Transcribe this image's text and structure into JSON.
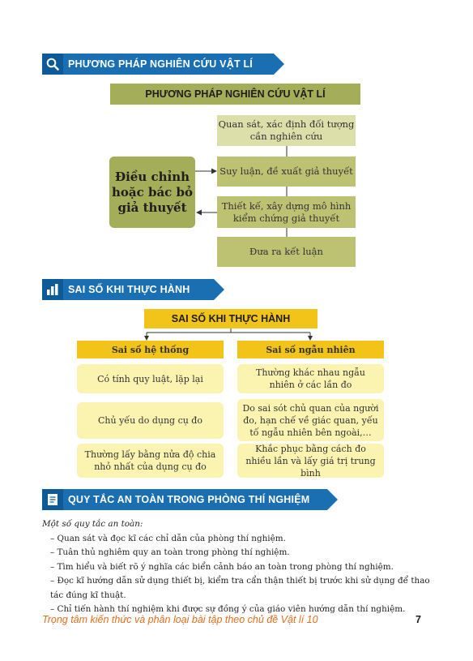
{
  "colors": {
    "banner_blue": "#1a6fb3",
    "olive": "#a4ad57",
    "light_olive": "#dcdfaa",
    "yellow": "#f2c319",
    "light_yellow": "#fbf3b0",
    "footer_orange": "#e36e1e"
  },
  "section1": {
    "banner": "PHƯƠNG PHÁP NGHIÊN CỨU VẬT LÍ",
    "title": "PHƯƠNG PHÁP NGHIÊN CỨU VẬT LÍ",
    "adjust_box": "Điều chỉnh hoặc bác bỏ giả thuyết",
    "steps": [
      "Quan sát, xác định đối tượng cần nghiên cứu",
      "Suy luận, đề xuất giả thuyết",
      "Thiết kế, xây dựng mô hình kiểm chứng giả thuyết",
      "Đưa ra kết luận"
    ]
  },
  "section2": {
    "banner": "SAI SỐ KHI THỰC HÀNH",
    "title": "SAI SỐ KHI THỰC HÀNH",
    "left_head": "Sai số hệ thống",
    "right_head": "Sai số ngẫu nhiên",
    "left_cards": [
      "Có tính quy luật, lặp lại",
      "Chủ yếu do dụng cụ đo",
      "Thường lấy bằng nửa độ chia nhỏ nhất của dụng cụ đo"
    ],
    "right_cards": [
      "Thường khác nhau ngẫu nhiên ở các lần đo",
      "Do sai sót chủ quan của người đo, hạn chế về giác quan, yếu tố ngẫu nhiên bên ngoài,…",
      "Khắc phục bằng cách đo nhiều lần và lấy giá trị trung bình"
    ]
  },
  "section3": {
    "banner": "QUY TẮC AN TOÀN TRONG PHÒNG THÍ NGHIỆM",
    "intro": "Một số quy tắc an toàn:",
    "rules": [
      "– Quan sát và đọc kĩ các chỉ dẫn của phòng thí nghiệm.",
      "– Tuân thủ nghiêm quy an toàn trong phòng thí nghiệm.",
      "– Tìm hiểu và biết rõ ý nghĩa các biển cảnh báo an toàn trong phòng thí nghiệm.",
      "– Đọc kĩ hướng dẫn sử dụng thiết bị, kiểm tra cẩn thận thiết bị trước khi sử dụng để thao tác đúng kĩ thuật.",
      "– Chỉ tiến hành thí nghiệm khi được sự đồng ý của giáo viên hướng dẫn thí nghiệm."
    ]
  },
  "footer": {
    "title": "Trọng tâm kiến thức và phân loại bài tập theo chủ đề Vật lí 10",
    "page": "7"
  }
}
